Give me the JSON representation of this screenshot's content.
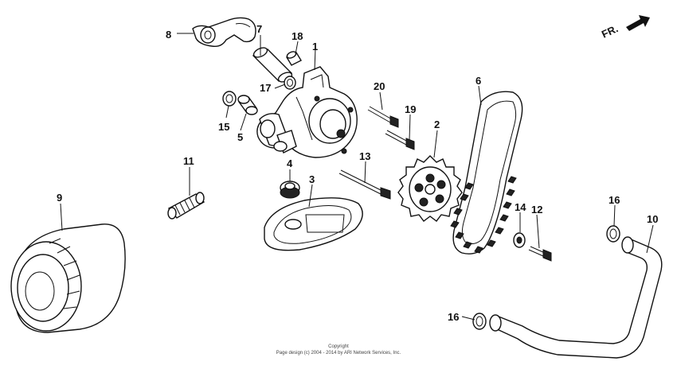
{
  "direction_marker": "FR.",
  "callouts": [
    "1",
    "2",
    "3",
    "4",
    "5",
    "6",
    "7",
    "8",
    "9",
    "10",
    "11",
    "12",
    "13",
    "14",
    "15",
    "16",
    "16",
    "17",
    "18",
    "19",
    "20"
  ],
  "copyright": {
    "line1": "Copyright",
    "line2": "Page design (c) 2004 - 2014 by ARI Network Services, Inc."
  }
}
